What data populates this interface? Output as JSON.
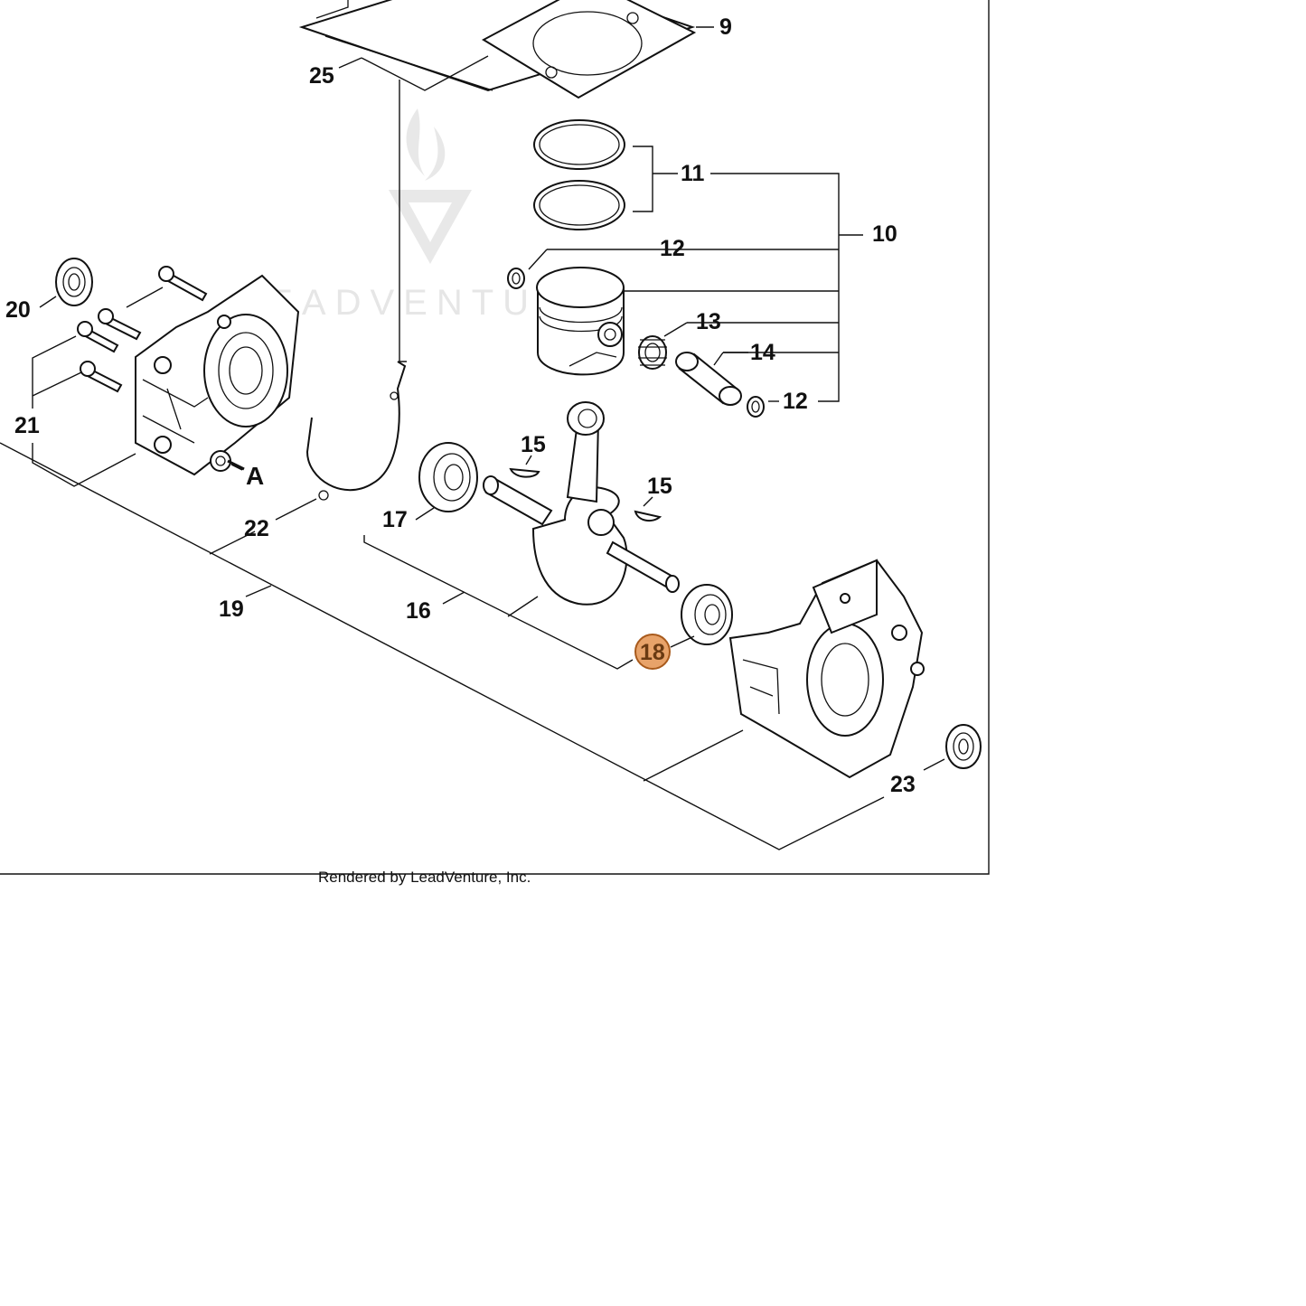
{
  "callouts": {
    "c9": "9",
    "c25": "25",
    "c11": "11",
    "c10": "10",
    "c12a": "12",
    "c12b": "12",
    "c20": "20",
    "c13": "13",
    "c14": "14",
    "c21": "21",
    "c15a": "15",
    "c15b": "15",
    "cA": "A",
    "c17": "17",
    "c22": "22",
    "c19": "19",
    "c16": "16",
    "c18": "18",
    "c23": "23"
  },
  "highlight": {
    "callout": "18",
    "fill": "#e8a36a",
    "stroke": "#a85a1c"
  },
  "watermark": {
    "text": "LEADVENTURE"
  },
  "footer": {
    "text": "Rendered by LeadVenture, Inc."
  }
}
